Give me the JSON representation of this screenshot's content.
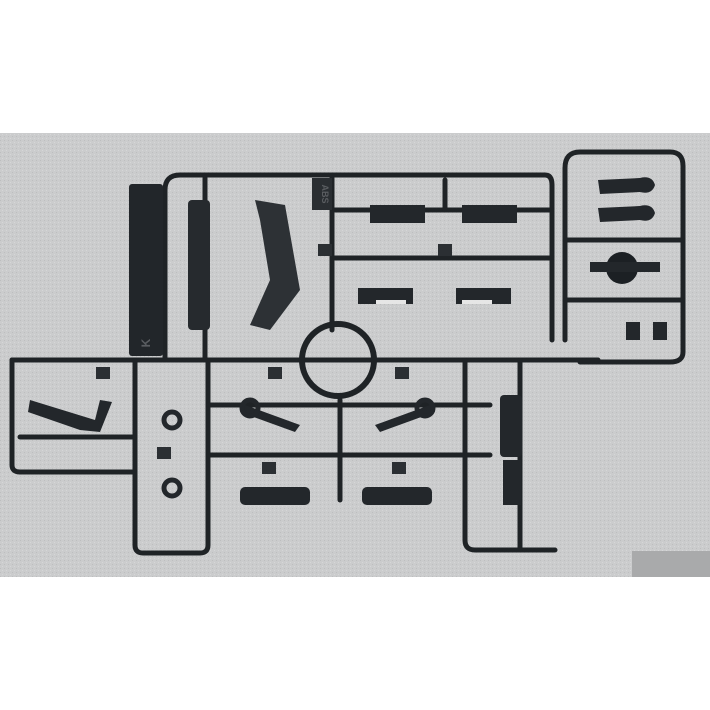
{
  "image": {
    "subject": "Black plastic model-kit sprue (runner) with attached parts on gray cloth background",
    "background_color": "#c9cacb",
    "plastic_color": "#1f2326",
    "border_color": "#ffffff"
  },
  "sprue": {
    "material_tag": "ABS",
    "side_tab_letter": "K",
    "center_feature": "circular ring runner"
  },
  "watermark": {
    "type": "blurred-block",
    "color": "#a9aaab"
  }
}
